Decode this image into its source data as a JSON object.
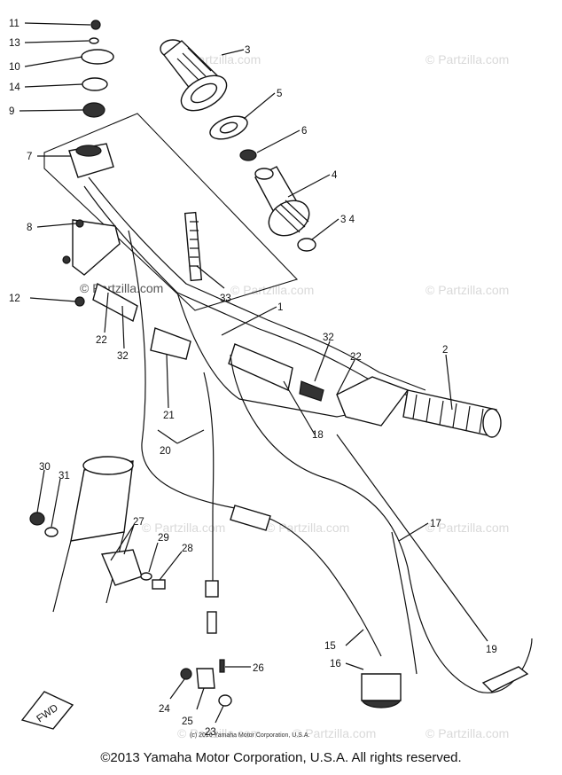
{
  "watermarks": [
    "© Partzilla.com",
    "© Partzilla.com",
    "© Partzilla.com",
    "© Partzilla.com",
    "© Partzilla.com",
    "© Partzilla.com",
    "© Partzilla.com",
    "© Partzilla.com",
    "© Partzilla.com",
    "© Partzilla.com"
  ],
  "center_watermark": "© Partzilla.com",
  "inner_copyright": "(c) 2016 Yamaha Motor Corporation, U.S.A.",
  "fwd_label": "FWD",
  "footer": "©2013 Yamaha Motor Corporation, U.S.A. All rights reserved.",
  "callouts": [
    "1",
    "2",
    "3",
    "4",
    "5",
    "6",
    "7",
    "8",
    "9",
    "10",
    "11",
    "12",
    "13",
    "14",
    "15",
    "16",
    "17",
    "18",
    "19",
    "20",
    "21",
    "22",
    "22",
    "23",
    "24",
    "25",
    "26",
    "27",
    "28",
    "29",
    "30",
    "31",
    "32",
    "32",
    "33",
    "3 4"
  ]
}
